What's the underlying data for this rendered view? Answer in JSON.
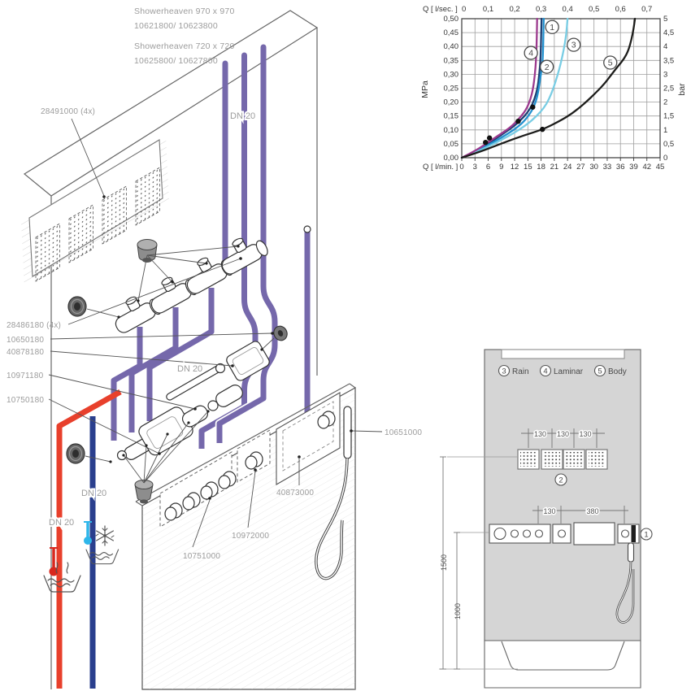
{
  "colors": {
    "pipe_purple": "#7568ab",
    "pipe_hot_red": "#e8402c",
    "pipe_cold_blue": "#2a3f8e",
    "thermo_hot": "#d8281e",
    "thermo_cold": "#2eb6ea",
    "wall_gray": "#d5d5d5",
    "label_gray": "#9c9c9c",
    "dim_gray": "#555555"
  },
  "header": {
    "products": [
      {
        "name": "Showerheaven 970 x 970",
        "codes": "10621800/ 10623800"
      },
      {
        "name": "Showerheaven 720 x 720",
        "codes": "10625800/ 10627800"
      }
    ]
  },
  "iso": {
    "part_labels": {
      "body_jets": "28491000 (4x)",
      "shutoff_valves": "28486180 (4x)",
      "plug": "10650180",
      "thermostat_module": "40878180",
      "basic_set": "10971180",
      "thermostat_basic": "10750180",
      "hand_shower": "10651000",
      "blank_plate": "40873000",
      "valve_trim": "10972000",
      "thermostat_trim": "10751000"
    },
    "pipe_labels": {
      "dn20_top": "DN 20",
      "dn20_mid": "DN 20",
      "dn20_cold": "DN 20",
      "dn20_hot": "DN 20"
    }
  },
  "chart_data": {
    "type": "line",
    "x_top_label": "Q [ l/sec. ]",
    "x_bottom_label": "Q [ l/min. ]",
    "y_left_label": "MPa",
    "y_right_label": "bar",
    "x_top_ticks": [
      "0",
      "0,1",
      "0,2",
      "0,3",
      "0,4",
      "0,5",
      "0,6",
      "0,7"
    ],
    "x_bottom_ticks": [
      "0",
      "3",
      "6",
      "9",
      "12",
      "15",
      "18",
      "21",
      "24",
      "27",
      "30",
      "33",
      "36",
      "39",
      "42",
      "45"
    ],
    "y_left_ticks": [
      "0,00",
      "0,05",
      "0,10",
      "0,15",
      "0,20",
      "0,25",
      "0,30",
      "0,35",
      "0,40",
      "0,45",
      "0,50"
    ],
    "y_right_ticks": [
      "0",
      "0,5",
      "1",
      "1,5",
      "2",
      "2,5",
      "3",
      "3,5",
      "4",
      "4,5",
      "5"
    ],
    "x_range_lmin": [
      0,
      45
    ],
    "y_range_mpa": [
      0,
      0.5
    ],
    "grid": true,
    "series": [
      {
        "id": "1",
        "color": "#1e3f72",
        "label_pos": [
          20.5,
          0.47
        ],
        "points": [
          [
            0,
            0
          ],
          [
            3,
            0.022
          ],
          [
            6,
            0.05
          ],
          [
            9,
            0.082
          ],
          [
            12,
            0.115
          ],
          [
            14,
            0.145
          ],
          [
            15.5,
            0.175
          ],
          [
            16.5,
            0.21
          ],
          [
            17.2,
            0.25
          ],
          [
            17.6,
            0.3
          ],
          [
            17.9,
            0.36
          ],
          [
            18.1,
            0.5
          ]
        ]
      },
      {
        "id": "2",
        "color": "#2391cf",
        "label_pos": [
          19.3,
          0.327
        ],
        "points": [
          [
            0,
            0
          ],
          [
            3,
            0.02
          ],
          [
            6,
            0.046
          ],
          [
            9,
            0.072
          ],
          [
            12,
            0.102
          ],
          [
            14,
            0.128
          ],
          [
            15.8,
            0.165
          ],
          [
            16.8,
            0.2
          ],
          [
            17.4,
            0.24
          ],
          [
            17.8,
            0.285
          ],
          [
            18.1,
            0.315
          ],
          [
            18.4,
            0.35
          ],
          [
            18.6,
            0.5
          ]
        ]
      },
      {
        "id": "3",
        "color": "#79cde4",
        "label_pos": [
          25.4,
          0.406
        ],
        "points": [
          [
            0,
            0
          ],
          [
            3,
            0.018
          ],
          [
            6,
            0.04
          ],
          [
            9,
            0.064
          ],
          [
            12,
            0.09
          ],
          [
            15,
            0.122
          ],
          [
            17,
            0.15
          ],
          [
            18.6,
            0.178
          ],
          [
            19.8,
            0.21
          ],
          [
            20.8,
            0.25
          ],
          [
            21.7,
            0.295
          ],
          [
            22.4,
            0.335
          ],
          [
            23.1,
            0.385
          ],
          [
            23.7,
            0.44
          ],
          [
            24,
            0.5
          ]
        ]
      },
      {
        "id": "4",
        "color": "#9c3a8e",
        "label_pos": [
          15.7,
          0.377
        ],
        "points": [
          [
            0,
            0
          ],
          [
            3,
            0.024
          ],
          [
            5.5,
            0.05
          ],
          [
            8,
            0.077
          ],
          [
            11,
            0.108
          ],
          [
            13,
            0.14
          ],
          [
            14.6,
            0.172
          ],
          [
            15.6,
            0.21
          ],
          [
            16.2,
            0.25
          ],
          [
            16.6,
            0.3
          ],
          [
            16.85,
            0.35
          ],
          [
            17,
            0.41
          ],
          [
            17.1,
            0.5
          ]
        ]
      },
      {
        "id": "5",
        "color": "#1d1d1b",
        "label_pos": [
          33.7,
          0.342
        ],
        "points": [
          [
            0,
            0
          ],
          [
            4,
            0.02
          ],
          [
            9,
            0.051
          ],
          [
            14,
            0.08
          ],
          [
            18.3,
            0.101
          ],
          [
            22,
            0.13
          ],
          [
            25,
            0.158
          ],
          [
            28,
            0.197
          ],
          [
            30.5,
            0.235
          ],
          [
            32.5,
            0.268
          ],
          [
            34,
            0.3
          ],
          [
            35.5,
            0.33
          ],
          [
            36.8,
            0.355
          ],
          [
            37.8,
            0.385
          ],
          [
            38.5,
            0.425
          ],
          [
            39,
            0.465
          ],
          [
            39.3,
            0.5
          ]
        ]
      }
    ],
    "flow_dots": [
      [
        5.4,
        0.055
      ],
      [
        6.3,
        0.071
      ],
      [
        12.8,
        0.131
      ],
      [
        16.1,
        0.182
      ],
      [
        18.3,
        0.102
      ]
    ]
  },
  "elevation": {
    "legend": [
      {
        "num": "3",
        "label": "Rain"
      },
      {
        "num": "4",
        "label": "Laminar"
      },
      {
        "num": "5",
        "label": "Body"
      }
    ],
    "dims": {
      "spray_spacing": [
        "130",
        "130",
        "130"
      ],
      "control_spacing": [
        "130",
        "380"
      ],
      "height_spray": "1500",
      "height_controls": "1000"
    },
    "callouts": {
      "spray_group": "2",
      "hand_shower": "1"
    }
  }
}
